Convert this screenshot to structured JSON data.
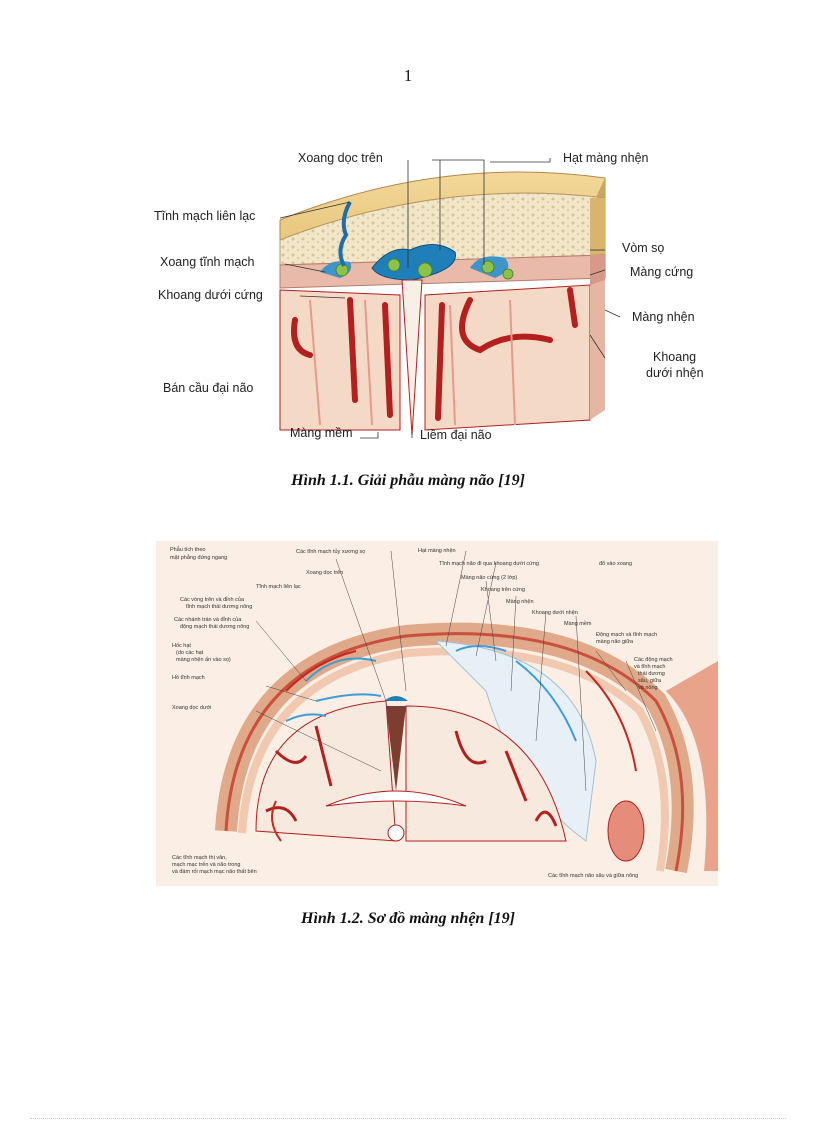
{
  "page": {
    "number": "1"
  },
  "figure1": {
    "caption": "Hình 1.1. Giải phẫu màng não [19]",
    "labels": {
      "xoang_doc_tren": "Xoang dọc trên",
      "hat_mang_nhen": "Hạt màng nhện",
      "tinh_mach_lien_lac": "Tĩnh mạch liên lạc",
      "vom_so": "Vòm sọ",
      "xoang_tinh_mach": "Xoang tĩnh mạch",
      "mang_cung": "Màng cứng",
      "khoang_duoi_cung": "Khoang dưới cứng",
      "mang_nhen": "Màng nhện",
      "khoang": "Khoang",
      "duoi_nhen": "dưới nhện",
      "ban_cau_dai_nao": "Bán cầu đại não",
      "mang_mem": "Màng mềm",
      "liem_dai_nao": "Liềm đại não"
    }
  },
  "figure2": {
    "caption": "Hình 1.2. Sơ đồ màng nhện [19]",
    "labels": {
      "phau_tich_1": "Phẫu tích theo",
      "phau_tich_2": "mặt phẳng đứng ngang",
      "cac_tinh_mach_tuy": "Các tĩnh mạch tủy xương sọ",
      "hat_mang_nhen": "Hạt màng nhện",
      "tinh_mach_nao_qua": "Tĩnh mạch não đi qua khoang dưới cứng",
      "do_vao_xoang": "đổ vào xoang",
      "xoang_doc_tren": "Xoang dọc trên",
      "mang_nao_cung": "Màng não cứng (2 lớp)",
      "tinh_mach_lien_lac": "Tĩnh mạch liên lạc",
      "khoang_tren_cung": "Khoang trên cứng",
      "cac_vong_tren_1": "Các vòng trên và đỉnh của",
      "cac_vong_tren_2": "tĩnh mạch thái dương nông",
      "mang_nhen": "Màng nhện",
      "cac_nhanh_1": "Các nhánh trán và đỉnh của",
      "cac_nhanh_2": "động mạch thái dương nông",
      "khoang_duoi_nhen": "Khoang dưới nhện",
      "mang_mem": "Màng mềm",
      "hoc_hat_1": "Hốc hạt",
      "hoc_hat_2": "(do các hạt",
      "hoc_hat_3": "màng nhện ấn vào sọ)",
      "dong_mach_1": "Động mạch và tĩnh mạch",
      "dong_mach_2": "màng não giữa",
      "ho_tinh_mach": "Hồ tĩnh mạch",
      "cac_dong_mach_1": "Các động mạch",
      "cac_dong_mach_2": "và tĩnh mạch",
      "cac_dong_mach_3": "thái dương",
      "cac_dong_mach_4": "sâu, giữa",
      "cac_dong_mach_5": "và nông",
      "xoang_doc_duoi": "Xoang dọc dưới",
      "bottom_left_1": "Các tĩnh mạch thị vân,",
      "bottom_left_2": "mạch mạc trên và não trong",
      "bottom_left_3": "và đám rối mạch mạc não thất bên",
      "bottom_right": "Các tĩnh mạch não sâu và giữa nông"
    }
  },
  "colors": {
    "bone": "#efe2c2",
    "brain": "#f4d9c6",
    "vessel": "#b3201e",
    "sinus": "#1f7fb8",
    "granulation": "#8bc34a",
    "plate": "#fbeee4"
  }
}
